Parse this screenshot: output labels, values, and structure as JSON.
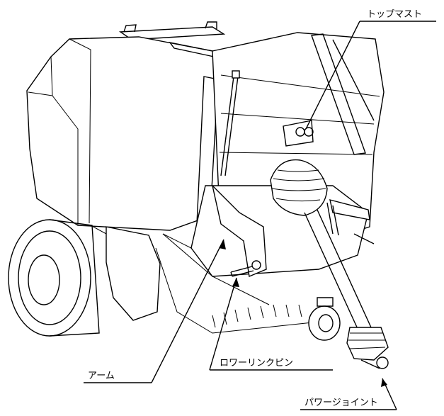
{
  "labels": {
    "top_mast": "トップマスト",
    "arm": "アーム",
    "lower_link_pin": "ロワーリンクピン",
    "power_joint": "パワージョイント"
  }
}
